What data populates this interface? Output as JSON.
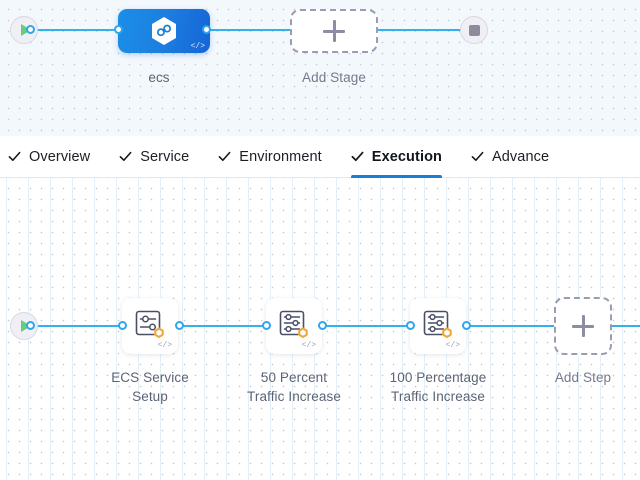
{
  "stage_graph": {
    "start_node": {
      "name": "pipeline-start",
      "icon": "play-icon"
    },
    "end_node": {
      "name": "pipeline-end",
      "icon": "stop-icon"
    },
    "stage": {
      "label": "ecs",
      "icon": "harness-hexagon-icon",
      "code_glyph": "</>",
      "color": "#1a8fe8"
    },
    "add_stage": {
      "label": "Add Stage",
      "icon": "plus-icon"
    }
  },
  "tabs": {
    "items": [
      {
        "label": "Overview",
        "icon": "check-icon",
        "active": false
      },
      {
        "label": "Service",
        "icon": "check-icon",
        "active": false
      },
      {
        "label": "Environment",
        "icon": "check-icon",
        "active": false
      },
      {
        "label": "Execution",
        "icon": "check-icon",
        "active": true
      },
      {
        "label": "Advance",
        "icon": "check-icon",
        "active": false
      }
    ],
    "active_accent": "#1a7fd4"
  },
  "step_graph": {
    "start_node": {
      "name": "execution-start",
      "icon": "play-icon"
    },
    "steps": [
      {
        "label_line1": "ECS Service",
        "label_line2": "Setup",
        "icon": "step-settings-icon",
        "badge": "hexagon-badge",
        "code_glyph": "</>"
      },
      {
        "label_line1": "50 Percent",
        "label_line2": "Traffic Increase",
        "icon": "step-settings-icon",
        "badge": "hexagon-badge",
        "code_glyph": "</>"
      },
      {
        "label_line1": "100 Percentage",
        "label_line2": "Traffic Increase",
        "icon": "step-settings-icon",
        "badge": "hexagon-badge",
        "code_glyph": "</>"
      }
    ],
    "add_step": {
      "label": "Add Step",
      "icon": "plus-icon"
    },
    "edge_color": "#33b1ef",
    "badge_color": "#f0a83c"
  }
}
